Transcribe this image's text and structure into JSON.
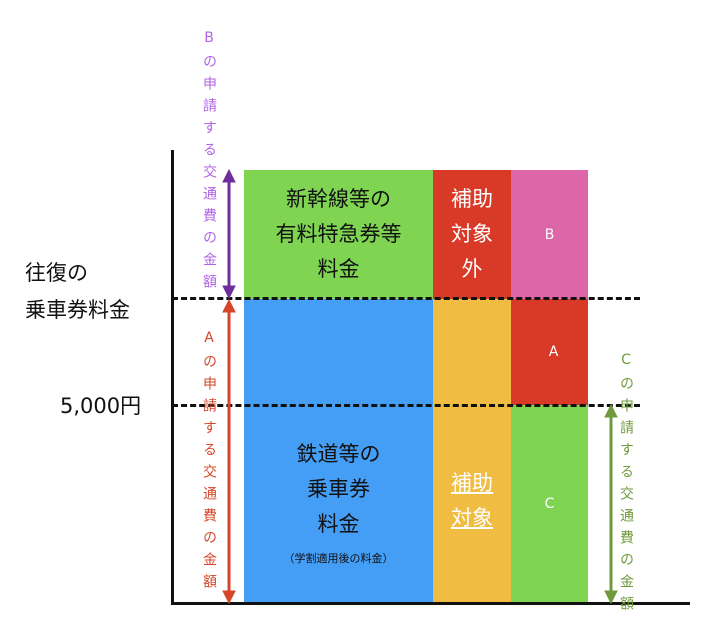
{
  "colors": {
    "green": "#7fd452",
    "blue": "#459ef5",
    "red": "#d93a27",
    "orange": "#f0bd42",
    "pink": "#dc66a8",
    "purple_text": "#b163e6",
    "purple_arrow": "#6f2f9b",
    "red_text": "#d64529",
    "green_text": "#6f9a3c"
  },
  "left_labels": {
    "round_trip_line1": "往復の",
    "round_trip_line2": "乗車券料金",
    "threshold": "5,000円"
  },
  "blocks": {
    "express": {
      "line1": "新幹線等の",
      "line2": "有料特急券等",
      "line3": "料金"
    },
    "fare": {
      "line1": "鉄道等の",
      "line2": "乗車券",
      "line3": "料金",
      "note": "（学割適用後の料金）"
    },
    "not_covered": {
      "line1": "補助",
      "line2": "対象",
      "line3": "外"
    },
    "covered": {
      "line1": "補助",
      "line2": "対象"
    },
    "b": "B",
    "a": "A",
    "c": "C"
  },
  "vertical_labels": {
    "b": "Bの申請する交通費の金額",
    "a": "Aの申請する交通費の金額",
    "c": "Cの申請する交通費の金額"
  }
}
